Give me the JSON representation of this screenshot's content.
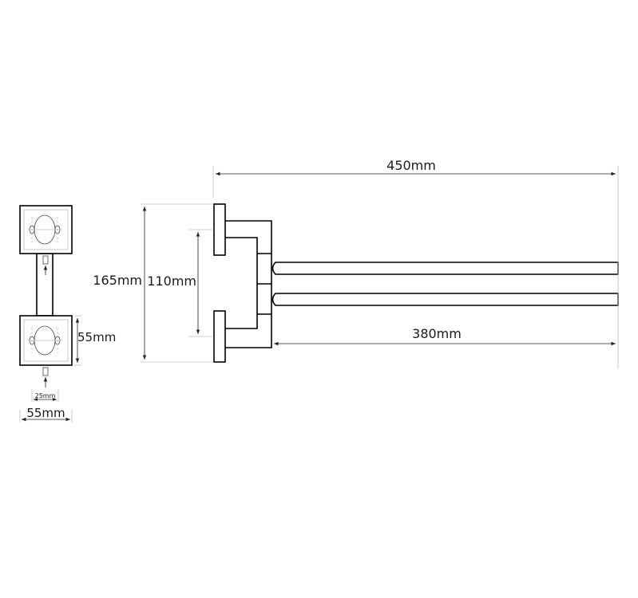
{
  "dimensions": {
    "total_length": "450mm",
    "bar_length": "380mm",
    "total_height": "165mm",
    "mount_spacing": "110mm",
    "plate_height": "55mm",
    "plate_width": "55mm",
    "screw_spacing": "25mm"
  },
  "colors": {
    "line": "#000000",
    "background": "#ffffff"
  }
}
